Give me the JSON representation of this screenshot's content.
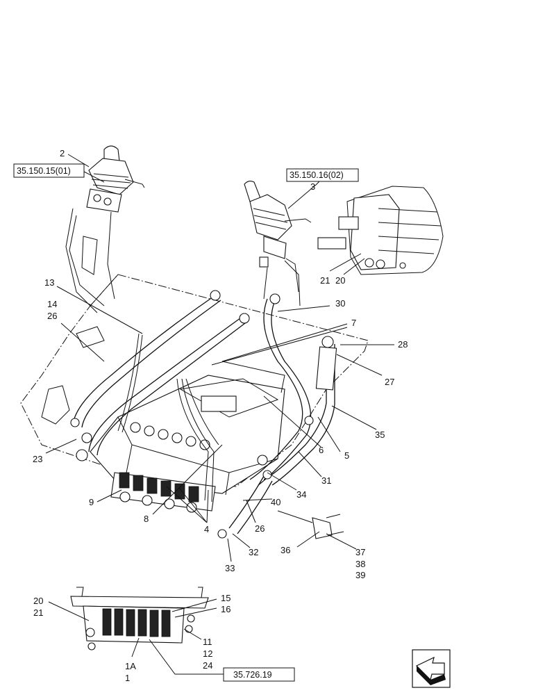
{
  "references": {
    "ref_left_control": "35.150.15(01)",
    "ref_right_control": "35.150.16(02)",
    "ref_bottom": "35.726.19"
  },
  "callouts": {
    "c2": "2",
    "c3": "3",
    "c13": "13",
    "c14": "14",
    "c26a": "26",
    "c21a": "21",
    "c20a": "20",
    "c30": "30",
    "c7": "7",
    "c28": "28",
    "c27": "27",
    "c35": "35",
    "c6": "6",
    "c5": "5",
    "c23": "23",
    "c31": "31",
    "c34": "34",
    "c9": "9",
    "c40": "40",
    "c8": "8",
    "c26b": "26",
    "c4": "4",
    "c32": "32",
    "c33": "33",
    "c36": "36",
    "c37": "37",
    "c38": "38",
    "c39": "39",
    "c20b": "20",
    "c21b": "21",
    "c15": "15",
    "c16": "16",
    "c11": "11",
    "c12": "12",
    "c24": "24",
    "c1A": "1A",
    "c1": "1"
  },
  "icons": {
    "nav_next": "next-page-arrow-icon"
  }
}
